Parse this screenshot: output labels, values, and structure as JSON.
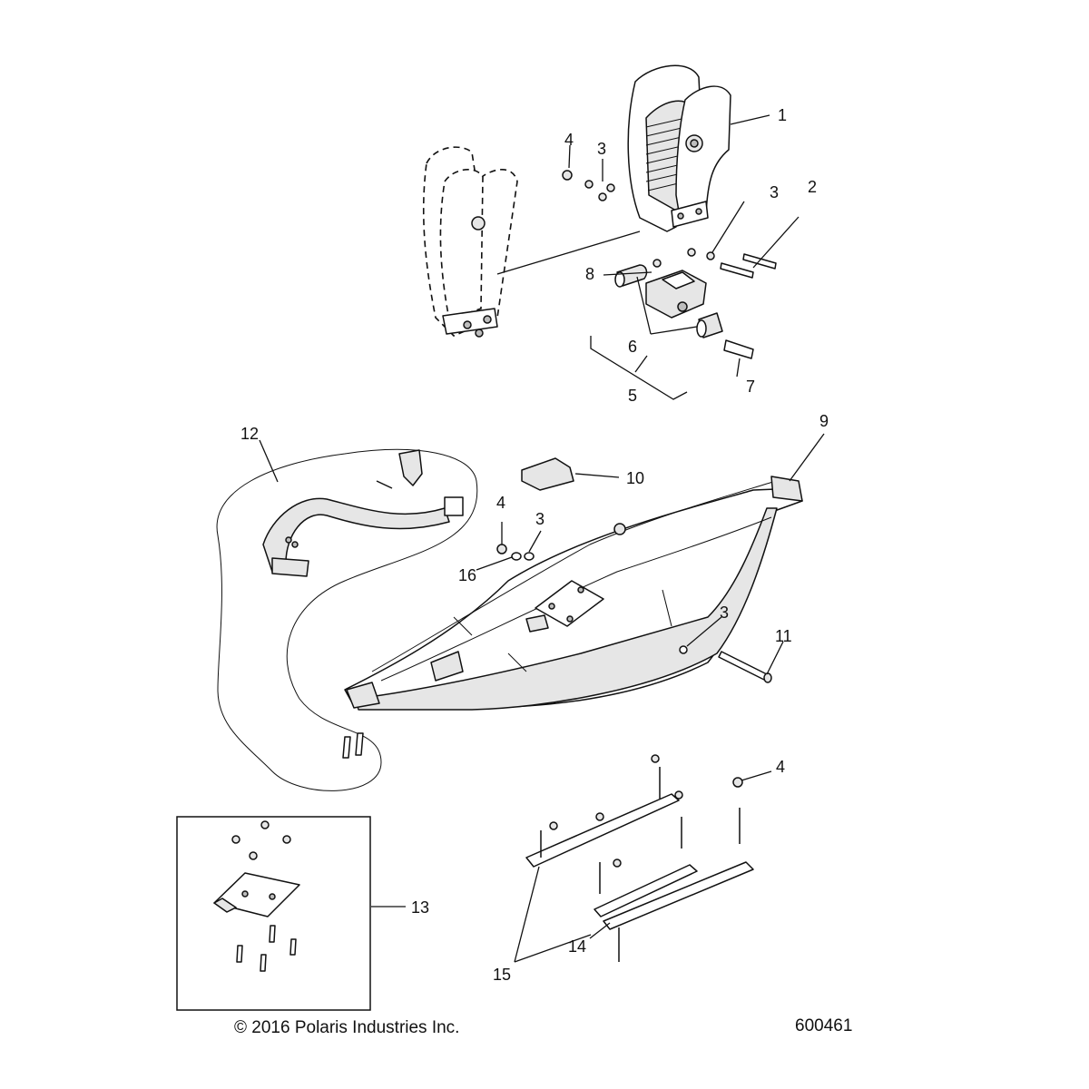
{
  "callouts": {
    "c1": "1",
    "c2": "2",
    "c3a": "3",
    "c3b": "3",
    "c3c": "3",
    "c3d": "3",
    "c4a": "4",
    "c4b": "4",
    "c4c": "4",
    "c5": "5",
    "c6": "6",
    "c7": "7",
    "c8": "8",
    "c9": "9",
    "c10": "10",
    "c11": "11",
    "c12": "12",
    "c13": "13",
    "c14": "14",
    "c15": "15",
    "c16": "16"
  },
  "footer": {
    "copyright": "© 2016 Polaris Industries Inc.",
    "diagram_number": "600461"
  }
}
